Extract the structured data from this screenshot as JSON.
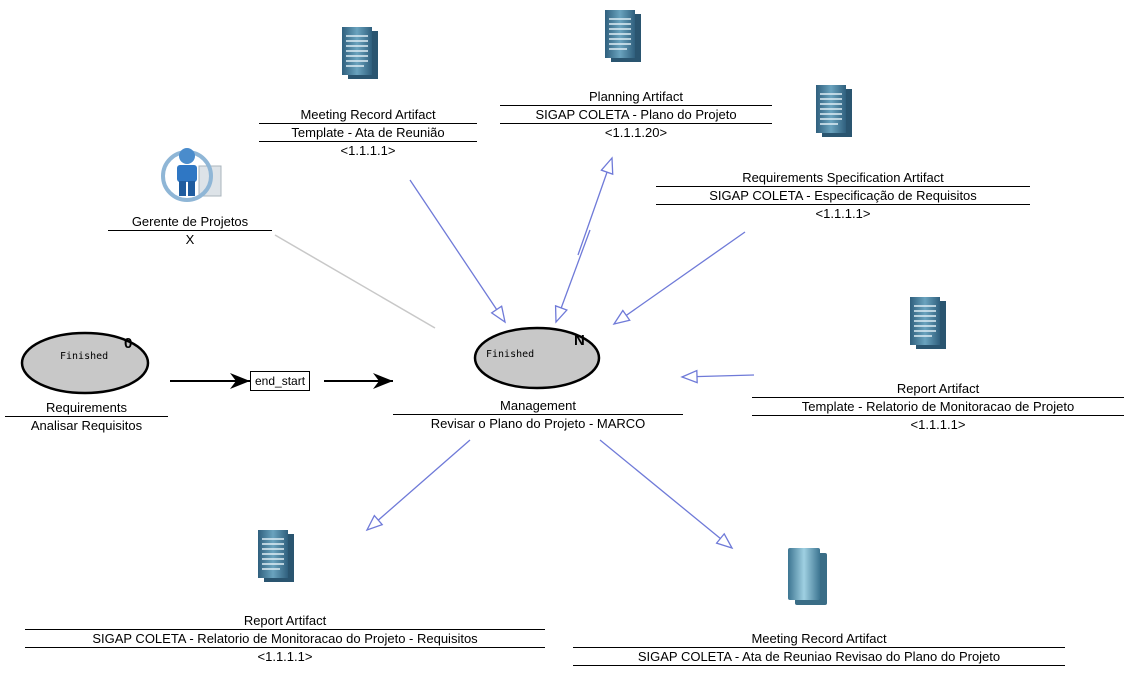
{
  "artifacts": {
    "meeting_top": {
      "type": "Meeting Record Artifact",
      "name": "Template - Ata de Reunião",
      "version": "<1.1.1.1>"
    },
    "planning": {
      "type": "Planning Artifact",
      "name": "SIGAP COLETA - Plano do Projeto",
      "version": "<1.1.1.20>"
    },
    "reqspec": {
      "type": "Requirements Specification Artifact",
      "name": "SIGAP COLETA - Especificação de Requisitos",
      "version": "<1.1.1.1>"
    },
    "report_right": {
      "type": "Report Artifact",
      "name": "Template - Relatorio de Monitoracao de Projeto",
      "version": "<1.1.1.1>"
    },
    "report_bottom": {
      "type": "Report Artifact",
      "name": "SIGAP COLETA - Relatorio de Monitoracao do Projeto - Requisitos",
      "version": "<1.1.1.1>"
    },
    "meeting_bottom": {
      "type": "Meeting Record Artifact",
      "name": "SIGAP COLETA - Ata de Reuniao Revisao do Plano do Projeto"
    }
  },
  "role": {
    "name": "Gerente de Projetos",
    "value": "X"
  },
  "activities": {
    "requirements": {
      "state": "Finished",
      "marker": "0",
      "category": "Requirements",
      "name": "Analisar Requisitos"
    },
    "management": {
      "state": "Finished",
      "marker": "N",
      "category": "Management",
      "name": "Revisar o Plano do Projeto - MARCO"
    }
  },
  "connector": {
    "label": "end_start"
  },
  "colors": {
    "edge": "#6f7ad8",
    "activity_fill": "#c8c8c8",
    "doc_blue": "#4a7f9c",
    "role_line": "#c8c8c8"
  }
}
